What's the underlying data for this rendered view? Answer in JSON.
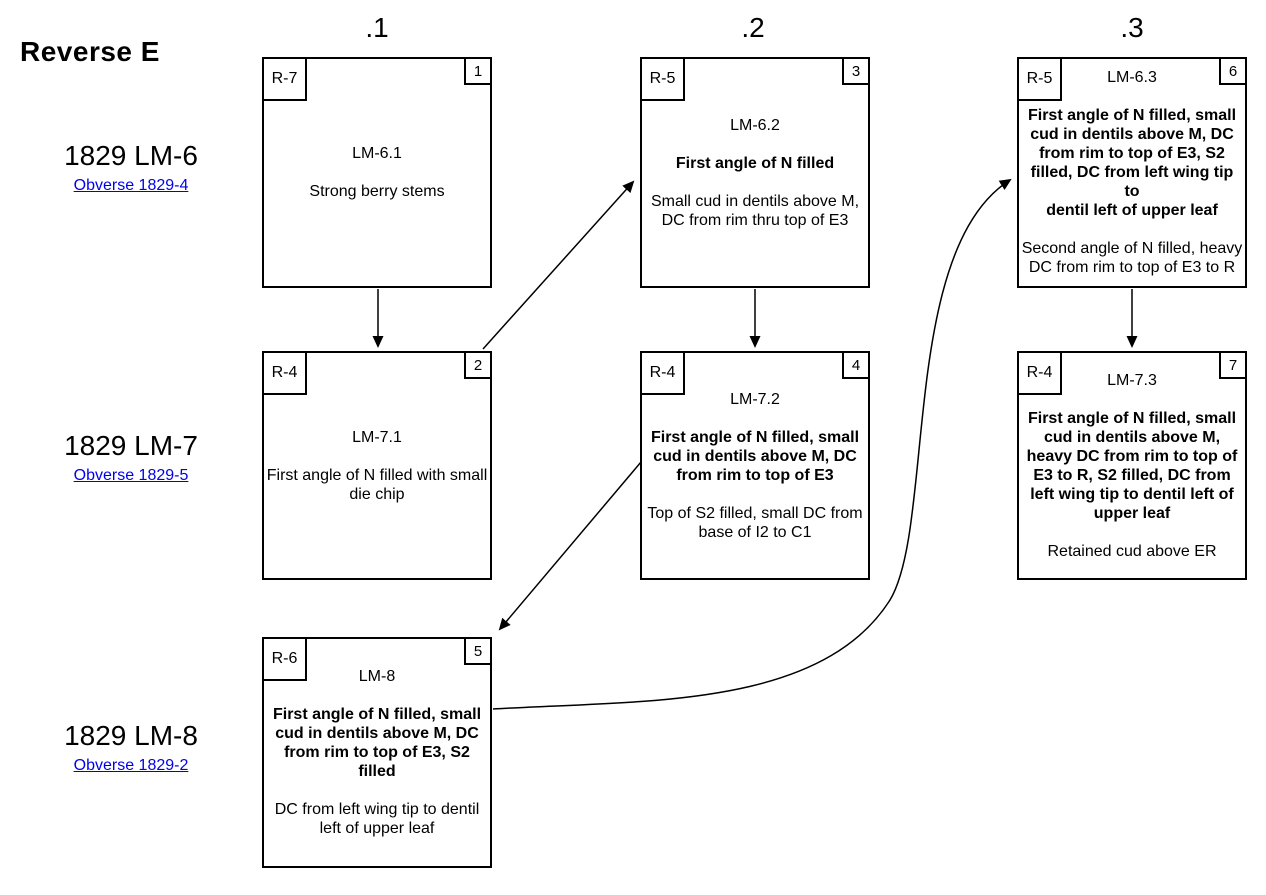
{
  "title": "Reverse E",
  "columns": [
    {
      "label": ".1"
    },
    {
      "label": ".2"
    },
    {
      "label": ".3"
    }
  ],
  "rows": [
    {
      "label": "1829 LM-6",
      "link": "Obverse 1829-4"
    },
    {
      "label": "1829 LM-7",
      "link": "Obverse 1829-5"
    },
    {
      "label": "1829 LM-8",
      "link": "Obverse 1829-2"
    }
  ],
  "boxes": [
    {
      "num": "1",
      "rarity": "R-7",
      "title": "LM-6.1",
      "bold": "",
      "text": "Strong berry stems"
    },
    {
      "num": "2",
      "rarity": "R-4",
      "title": "LM-7.1",
      "bold": "",
      "text": "First angle of N filled with small\ndie chip"
    },
    {
      "num": "3",
      "rarity": "R-5",
      "title": "LM-6.2",
      "bold": "First angle of N filled",
      "text": "Small cud in dentils above M,\nDC from rim thru top of E3"
    },
    {
      "num": "4",
      "rarity": "R-4",
      "title": "LM-7.2",
      "bold": "First angle of N filled, small\ncud in dentils above M, DC\nfrom rim to top of E3",
      "text": "Top of S2 filled, small DC from\nbase of I2 to C1"
    },
    {
      "num": "5",
      "rarity": "R-6",
      "title": "LM-8",
      "bold": "First angle of N filled, small\ncud in dentils above M, DC\nfrom rim to top of E3, S2\nfilled",
      "text": "DC from left wing tip to dentil\nleft of upper leaf"
    },
    {
      "num": "6",
      "rarity": "R-5",
      "title": "LM-6.3",
      "bold": "First angle of N filled, small\ncud in dentils above M, DC\nfrom rim to top of E3, S2\nfilled, DC from left wing tip to\ndentil left of upper leaf",
      "text": "Second angle of N filled, heavy\nDC from rim to top of E3 to R"
    },
    {
      "num": "7",
      "rarity": "R-4",
      "title": "LM-7.3",
      "bold": "First angle of N filled, small\ncud in dentils above M,\nheavy DC from rim to top of\nE3 to R, S2 filled, DC from\nleft wing tip to dentil left of\nupper leaf",
      "text": "Retained cud above ER"
    }
  ],
  "edges": [
    {
      "from": "1",
      "to": "2"
    },
    {
      "from": "2",
      "to": "3"
    },
    {
      "from": "3",
      "to": "4"
    },
    {
      "from": "4",
      "to": "5"
    },
    {
      "from": "5",
      "to": "6"
    },
    {
      "from": "6",
      "to": "7"
    }
  ],
  "colors": {
    "link": "#0000EE",
    "line": "#000000",
    "background": "#FFFFFF"
  }
}
